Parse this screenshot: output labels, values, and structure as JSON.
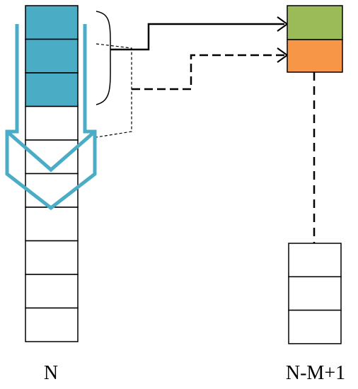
{
  "labels": {
    "left": "N",
    "right": "N-M+1"
  },
  "left_column": {
    "cell_count": 10,
    "highlighted_count": 3
  },
  "right_column": {
    "cell_count": 3
  },
  "colors": {
    "highlight": "#4BACC6",
    "top_output": "#9BBB59",
    "second_output": "#F79646",
    "line": "#000000",
    "cell_fill": "#ffffff"
  }
}
